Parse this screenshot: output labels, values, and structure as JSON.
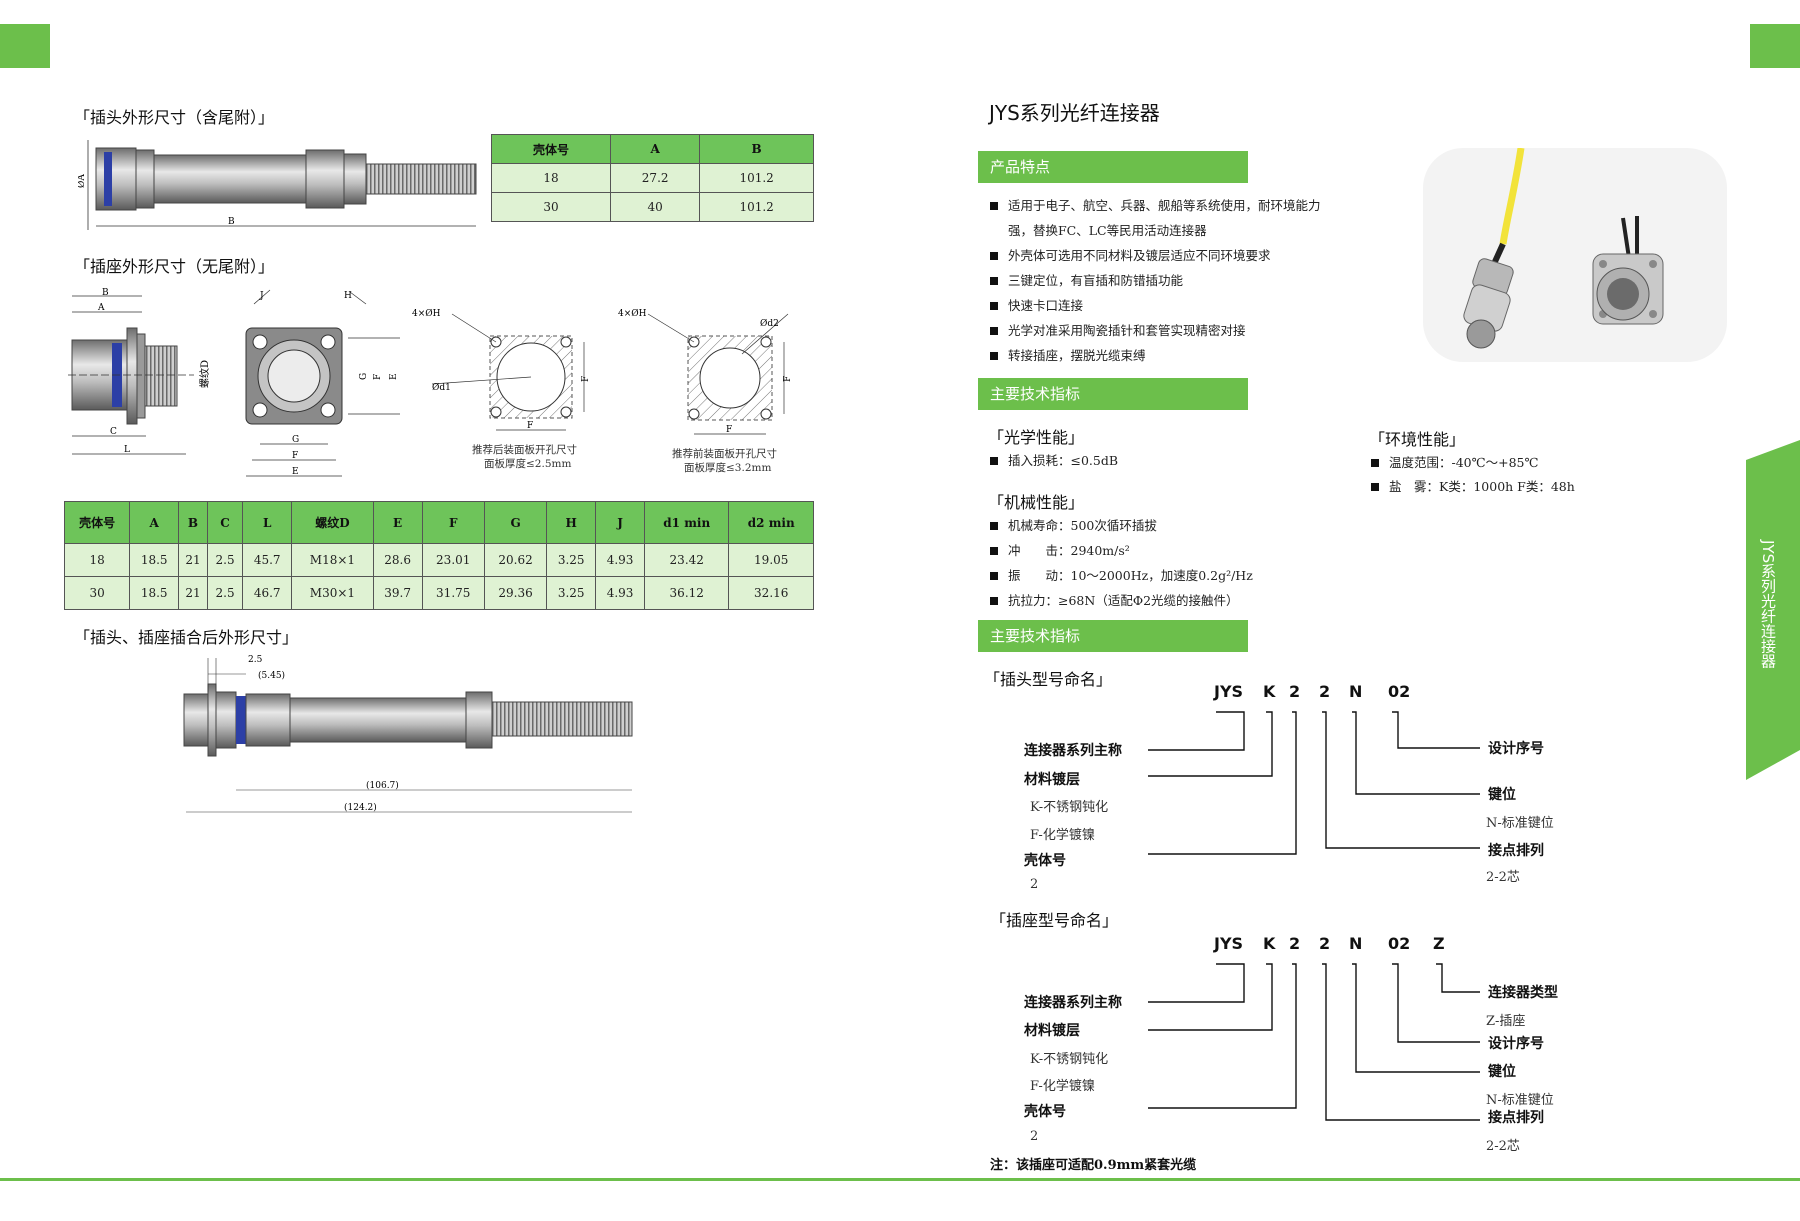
{
  "colors": {
    "accent": "#6cbf4b",
    "table_header": "#6ec45a",
    "table_cell": "#dff2d3"
  },
  "left": {
    "plug_title": "「插头外形尺寸（含尾附）」",
    "plug_table": {
      "headers": [
        "壳体号",
        "A",
        "B"
      ],
      "rows": [
        [
          "18",
          "27.2",
          "101.2"
        ],
        [
          "30",
          "40",
          "101.2"
        ]
      ]
    },
    "receptacle_title": "「插座外形尺寸（无尾附）」",
    "receptacle_notes": {
      "rear_hole": "推荐后装面板开孔尺寸",
      "rear_thick": "面板厚度≤2.5mm",
      "front_hole": "推荐前装面板开孔尺寸",
      "front_thick": "面板厚度≤3.2mm",
      "hole_label": "4×ØH",
      "d1_label": "Ød1",
      "d2_label": "Ød2",
      "thread_label": "螺纹D"
    },
    "receptacle_table": {
      "headers": [
        "壳体号",
        "A",
        "B",
        "C",
        "L",
        "螺纹D",
        "E",
        "F",
        "G",
        "H",
        "J",
        "d1 min",
        "d2 min"
      ],
      "rows": [
        [
          "18",
          "18.5",
          "21",
          "2.5",
          "45.7",
          "M18×1",
          "28.6",
          "23.01",
          "20.62",
          "3.25",
          "4.93",
          "23.42",
          "19.05"
        ],
        [
          "30",
          "18.5",
          "21",
          "2.5",
          "46.7",
          "M30×1",
          "39.7",
          "31.75",
          "29.36",
          "3.25",
          "4.93",
          "36.12",
          "32.16"
        ]
      ]
    },
    "mated_title": "「插头、插座插合后外形尺寸」",
    "mated_dims": {
      "d1": "2.5",
      "d2": "(5.45)",
      "d3": "(106.7)",
      "d4": "(124.2)"
    }
  },
  "right": {
    "title": "JYS系列光纤连接器",
    "features_bar": "产品特点",
    "features": [
      "适用于电子、航空、兵器、舰船等系统使用，耐环境能力",
      "强，替换FC、LC等民用活动连接器",
      "外壳体可选用不同材料及镀层适应不同环境要求",
      "三键定位，有盲插和防错插功能",
      "快速卡口连接",
      "光学对准采用陶瓷插针和套管实现精密对接",
      "转接插座，摆脱光缆束缚"
    ],
    "specs_bar": "主要技术指标",
    "optical_title": "「光学性能」",
    "optical": [
      "插入损耗：≤0.5dB"
    ],
    "env_title": "「环境性能」",
    "env": [
      "温度范围：-40℃～+85℃",
      "盐　雾：K类：1000h F类：48h"
    ],
    "mech_title": "「机械性能」",
    "mech": [
      "机械寿命：500次循环插拔",
      "冲　　击：2940m/s²",
      "振　　动：10～2000Hz，加速度0.2g²/Hz",
      "抗拉力：≥68N（适配Φ2光缆的接触件）"
    ],
    "naming_bar": "主要技术指标",
    "plug_naming_title": "「插头型号命名」",
    "plug_code": [
      "JYS",
      "K",
      "2",
      "2",
      "N",
      "02"
    ],
    "plug_labels": {
      "series": "连接器系列主称",
      "material": "材料镀层",
      "material_k": "K-不锈钢钝化",
      "material_f": "F-化学镀镍",
      "shell": "壳体号",
      "shell_v": "2",
      "design": "设计序号",
      "key": "键位",
      "key_v": "N-标准键位",
      "contact": "接点排列",
      "contact_v": "2-2芯"
    },
    "recep_naming_title": "「插座型号命名」",
    "recep_code": [
      "JYS",
      "K",
      "2",
      "2",
      "N",
      "02",
      "Z"
    ],
    "recep_labels": {
      "series": "连接器系列主称",
      "material": "材料镀层",
      "material_k": "K-不锈钢钝化",
      "material_f": "F-化学镀镍",
      "shell": "壳体号",
      "shell_v": "2",
      "type": "连接器类型",
      "type_v": "Z-插座",
      "design": "设计序号",
      "key": "键位",
      "key_v": "N-标准键位",
      "contact": "接点排列",
      "contact_v": "2-2芯"
    },
    "note": "注：该插座可适配0.9mm紧套光缆",
    "side_tab": "JYS系列光纤连接器"
  }
}
